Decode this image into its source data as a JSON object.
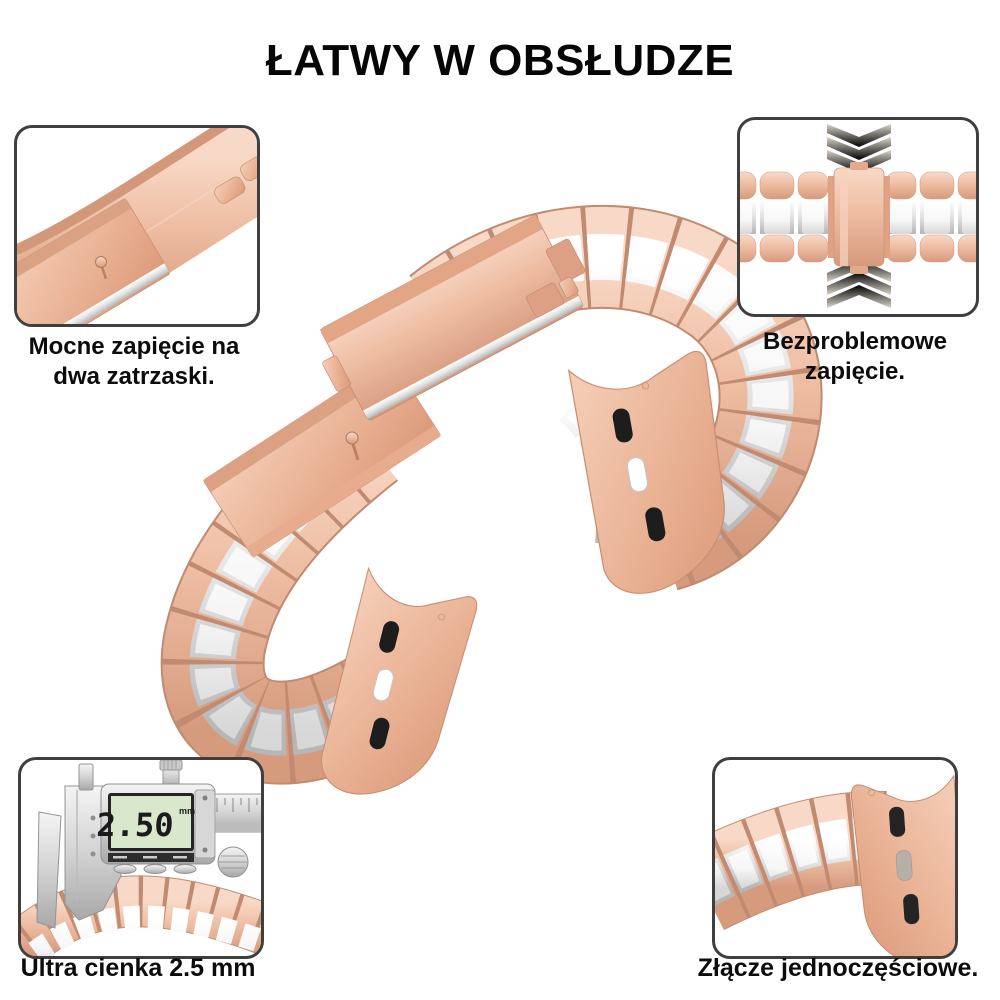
{
  "title": "ŁATWY W OBSŁUDZE",
  "features": {
    "top_left": {
      "line1": "Mocne zapięcie na",
      "line2": "dwa zatrzaski."
    },
    "top_right": {
      "line1": "Bezproblemowe",
      "line2": "zapięcie."
    },
    "bottom_left": {
      "caption": "Ultra cienka 2.5 mm"
    },
    "bottom_right": {
      "caption": "Złącze jednoczęściowe."
    }
  },
  "caliper": {
    "display": "2.50",
    "unit": "mm"
  },
  "colors": {
    "rose_gold": "#eab699",
    "rose_gold_dark": "#d69a7d",
    "ceramic_white": "#f6f6f6",
    "silver": "#d9d9d9",
    "slot_black": "#1d1d1d",
    "lcd_green": "#d9e8cd",
    "arrow_gray": "#c8c3b4",
    "box_border": "#3f3f3f",
    "text": "#0c0c0c",
    "background": "#ffffff"
  }
}
